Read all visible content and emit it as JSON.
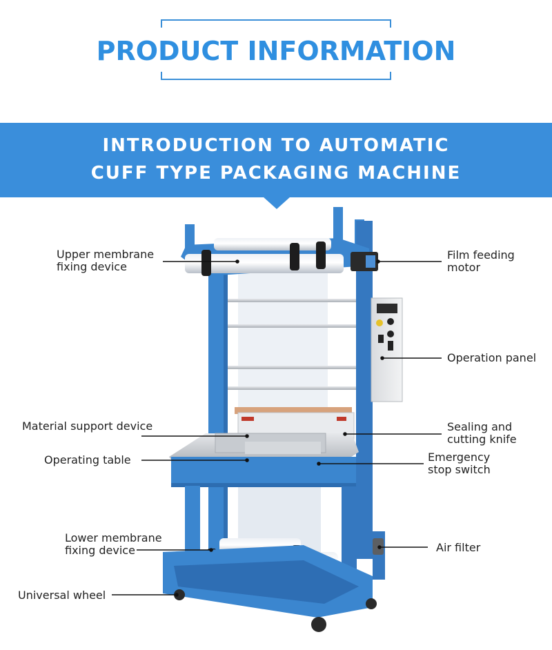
{
  "header": {
    "title": "PRODUCT INFORMATION"
  },
  "banner": {
    "line1": "INTRODUCTION TO AUTOMATIC",
    "line2": "CUFF TYPE PACKAGING MACHINE"
  },
  "callouts": {
    "upper_membrane": {
      "line1": "Upper membrane",
      "line2": "fixing device"
    },
    "film_feeding": {
      "line1": "Film feeding",
      "line2": "motor"
    },
    "operation_panel": "Operation panel",
    "material_support": "Material support device",
    "sealing_knife": {
      "line1": "Sealing and",
      "line2": "cutting knife"
    },
    "operating_table": "Operating table",
    "emergency": {
      "line1": "Emergency",
      "line2": "stop switch"
    },
    "lower_membrane": {
      "line1": "Lower membrane",
      "line2": "fixing device"
    },
    "air_filter": "Air filter",
    "universal_wheel": "Universal wheel"
  },
  "colors": {
    "accent": "#3a8edb",
    "title": "#2f8fe0",
    "frame": "#3b86cf",
    "steel": "#c9ccd1"
  }
}
